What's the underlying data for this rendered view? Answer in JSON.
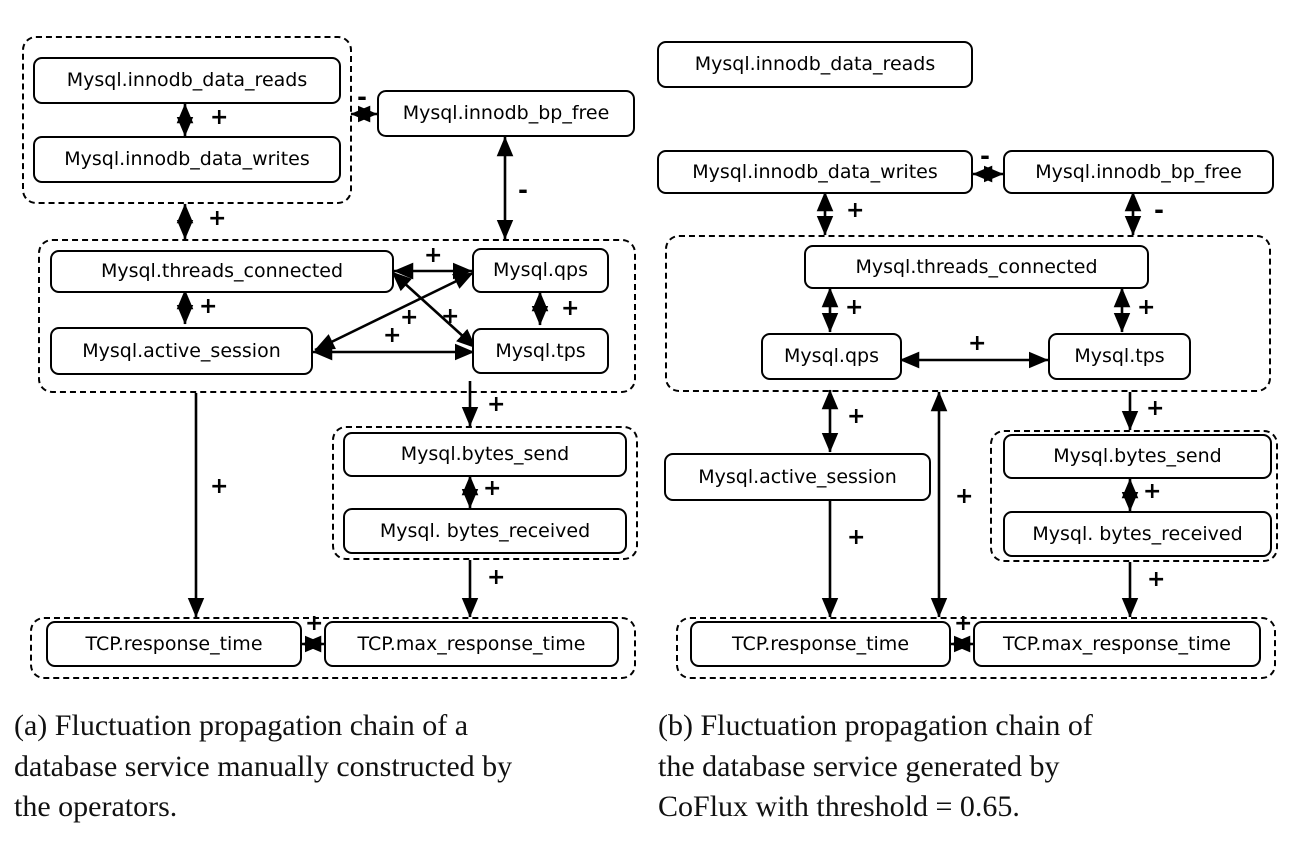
{
  "figure": {
    "type": "diagram",
    "description": "Two fluctuation propagation chain diagrams of a database service",
    "panels": [
      {
        "id": "a",
        "caption_label": "(a)",
        "caption_text": "(a) Fluctuation propagation chain of a database service manually constructed by the operators.",
        "caption_lines": [
          "(a)  Fluctuation  propagation  chain  of  a",
          "database service manually constructed by",
          "the operators."
        ],
        "nodes": [
          {
            "id": "a-innodb-data-reads",
            "label": "Mysql.innodb_data_reads"
          },
          {
            "id": "a-innodb-data-writes",
            "label": "Mysql.innodb_data_writes"
          },
          {
            "id": "a-innodb-bp-free",
            "label": "Mysql.innodb_bp_free"
          },
          {
            "id": "a-threads-connected",
            "label": "Mysql.threads_connected"
          },
          {
            "id": "a-active-session",
            "label": "Mysql.active_session"
          },
          {
            "id": "a-qps",
            "label": "Mysql.qps"
          },
          {
            "id": "a-tps",
            "label": "Mysql.tps"
          },
          {
            "id": "a-bytes-send",
            "label": "Mysql.bytes_send"
          },
          {
            "id": "a-bytes-received",
            "label": "Mysql. bytes_received"
          },
          {
            "id": "a-tcp-response-time",
            "label": "TCP.response_time"
          },
          {
            "id": "a-tcp-max-response-time",
            "label": "TCP.max_response_time"
          }
        ],
        "groups": [
          {
            "id": "a-group-innodb-io",
            "members": [
              "a-innodb-data-reads",
              "a-innodb-data-writes"
            ]
          },
          {
            "id": "a-group-core",
            "members": [
              "a-threads-connected",
              "a-active-session",
              "a-qps",
              "a-tps"
            ]
          },
          {
            "id": "a-group-bytes",
            "members": [
              "a-bytes-send",
              "a-bytes-received"
            ]
          },
          {
            "id": "a-group-tcp",
            "members": [
              "a-tcp-response-time",
              "a-tcp-max-response-time"
            ]
          }
        ],
        "edges": [
          {
            "from": "a-innodb-data-reads",
            "to": "a-innodb-data-writes",
            "sign": "+",
            "style": "double"
          },
          {
            "from": "a-group-innodb-io",
            "to": "a-innodb-bp-free",
            "sign": "-",
            "style": "double"
          },
          {
            "from": "a-group-innodb-io",
            "to": "a-group-core",
            "sign": "+",
            "style": "double"
          },
          {
            "from": "a-innodb-bp-free",
            "to": "a-qps",
            "sign": "-",
            "style": "double"
          },
          {
            "from": "a-threads-connected",
            "to": "a-qps",
            "sign": "+",
            "style": "double"
          },
          {
            "from": "a-threads-connected",
            "to": "a-active-session",
            "sign": "+",
            "style": "double"
          },
          {
            "from": "a-threads-connected",
            "to": "a-tps",
            "sign": "+",
            "style": "double"
          },
          {
            "from": "a-active-session",
            "to": "a-qps",
            "sign": "+",
            "style": "double"
          },
          {
            "from": "a-active-session",
            "to": "a-tps",
            "sign": "+",
            "style": "double"
          },
          {
            "from": "a-qps",
            "to": "a-tps",
            "sign": "+",
            "style": "double"
          },
          {
            "from": "a-tps",
            "to": "a-group-bytes",
            "sign": "+",
            "style": "single"
          },
          {
            "from": "a-bytes-send",
            "to": "a-bytes-received",
            "sign": "+",
            "style": "double"
          },
          {
            "from": "a-group-core",
            "to": "a-group-tcp",
            "sign": "+",
            "style": "single"
          },
          {
            "from": "a-group-bytes",
            "to": "a-group-tcp",
            "sign": "+",
            "style": "single"
          },
          {
            "from": "a-tcp-response-time",
            "to": "a-tcp-max-response-time",
            "sign": "+",
            "style": "double"
          }
        ]
      },
      {
        "id": "b",
        "caption_label": "(b)",
        "caption_text": "(b) Fluctuation propagation chain of the database service generated by CoFlux with threshold = 0.65.",
        "caption_lines": [
          "(b)  Fluctuation  propagation  chain  of",
          "the   database   service   generated   by",
          "CoFlux with threshold = 0.65."
        ],
        "threshold": "0.65",
        "nodes": [
          {
            "id": "b-innodb-data-reads",
            "label": "Mysql.innodb_data_reads"
          },
          {
            "id": "b-innodb-data-writes",
            "label": "Mysql.innodb_data_writes"
          },
          {
            "id": "b-innodb-bp-free",
            "label": "Mysql.innodb_bp_free"
          },
          {
            "id": "b-threads-connected",
            "label": "Mysql.threads_connected"
          },
          {
            "id": "b-qps",
            "label": "Mysql.qps"
          },
          {
            "id": "b-tps",
            "label": "Mysql.tps"
          },
          {
            "id": "b-active-session",
            "label": "Mysql.active_session"
          },
          {
            "id": "b-bytes-send",
            "label": "Mysql.bytes_send"
          },
          {
            "id": "b-bytes-received",
            "label": "Mysql. bytes_received"
          },
          {
            "id": "b-tcp-response-time",
            "label": "TCP.response_time"
          },
          {
            "id": "b-tcp-max-response-time",
            "label": "TCP.max_response_time"
          }
        ],
        "groups": [
          {
            "id": "b-group-core",
            "members": [
              "b-threads-connected",
              "b-qps",
              "b-tps"
            ]
          },
          {
            "id": "b-group-bytes",
            "members": [
              "b-bytes-send",
              "b-bytes-received"
            ]
          },
          {
            "id": "b-group-tcp",
            "members": [
              "b-tcp-response-time",
              "b-tcp-max-response-time"
            ]
          }
        ],
        "edges": [
          {
            "from": "b-innodb-data-writes",
            "to": "b-innodb-bp-free",
            "sign": "-",
            "style": "double"
          },
          {
            "from": "b-innodb-data-writes",
            "to": "b-group-core",
            "sign": "+",
            "style": "double"
          },
          {
            "from": "b-innodb-bp-free",
            "to": "b-group-core",
            "sign": "-",
            "style": "double"
          },
          {
            "from": "b-threads-connected",
            "to": "b-qps",
            "sign": "+",
            "style": "double"
          },
          {
            "from": "b-threads-connected",
            "to": "b-tps",
            "sign": "+",
            "style": "double"
          },
          {
            "from": "b-qps",
            "to": "b-tps",
            "sign": "+",
            "style": "double"
          },
          {
            "from": "b-qps",
            "to": "b-active-session",
            "sign": "+",
            "style": "double"
          },
          {
            "from": "b-tps",
            "to": "b-group-bytes",
            "sign": "+",
            "style": "single"
          },
          {
            "from": "b-active-session",
            "to": "b-group-tcp",
            "sign": "+",
            "style": "single"
          },
          {
            "from": "b-group-core",
            "to": "b-group-tcp",
            "sign": "+",
            "style": "double"
          },
          {
            "from": "b-bytes-send",
            "to": "b-bytes-received",
            "sign": "+",
            "style": "double"
          },
          {
            "from": "b-group-bytes",
            "to": "b-group-tcp",
            "sign": "+",
            "style": "single"
          },
          {
            "from": "b-tcp-response-time",
            "to": "b-tcp-max-response-time",
            "sign": "+",
            "style": "double"
          }
        ]
      }
    ],
    "signs": {
      "positive": "+",
      "negative": "-"
    }
  }
}
